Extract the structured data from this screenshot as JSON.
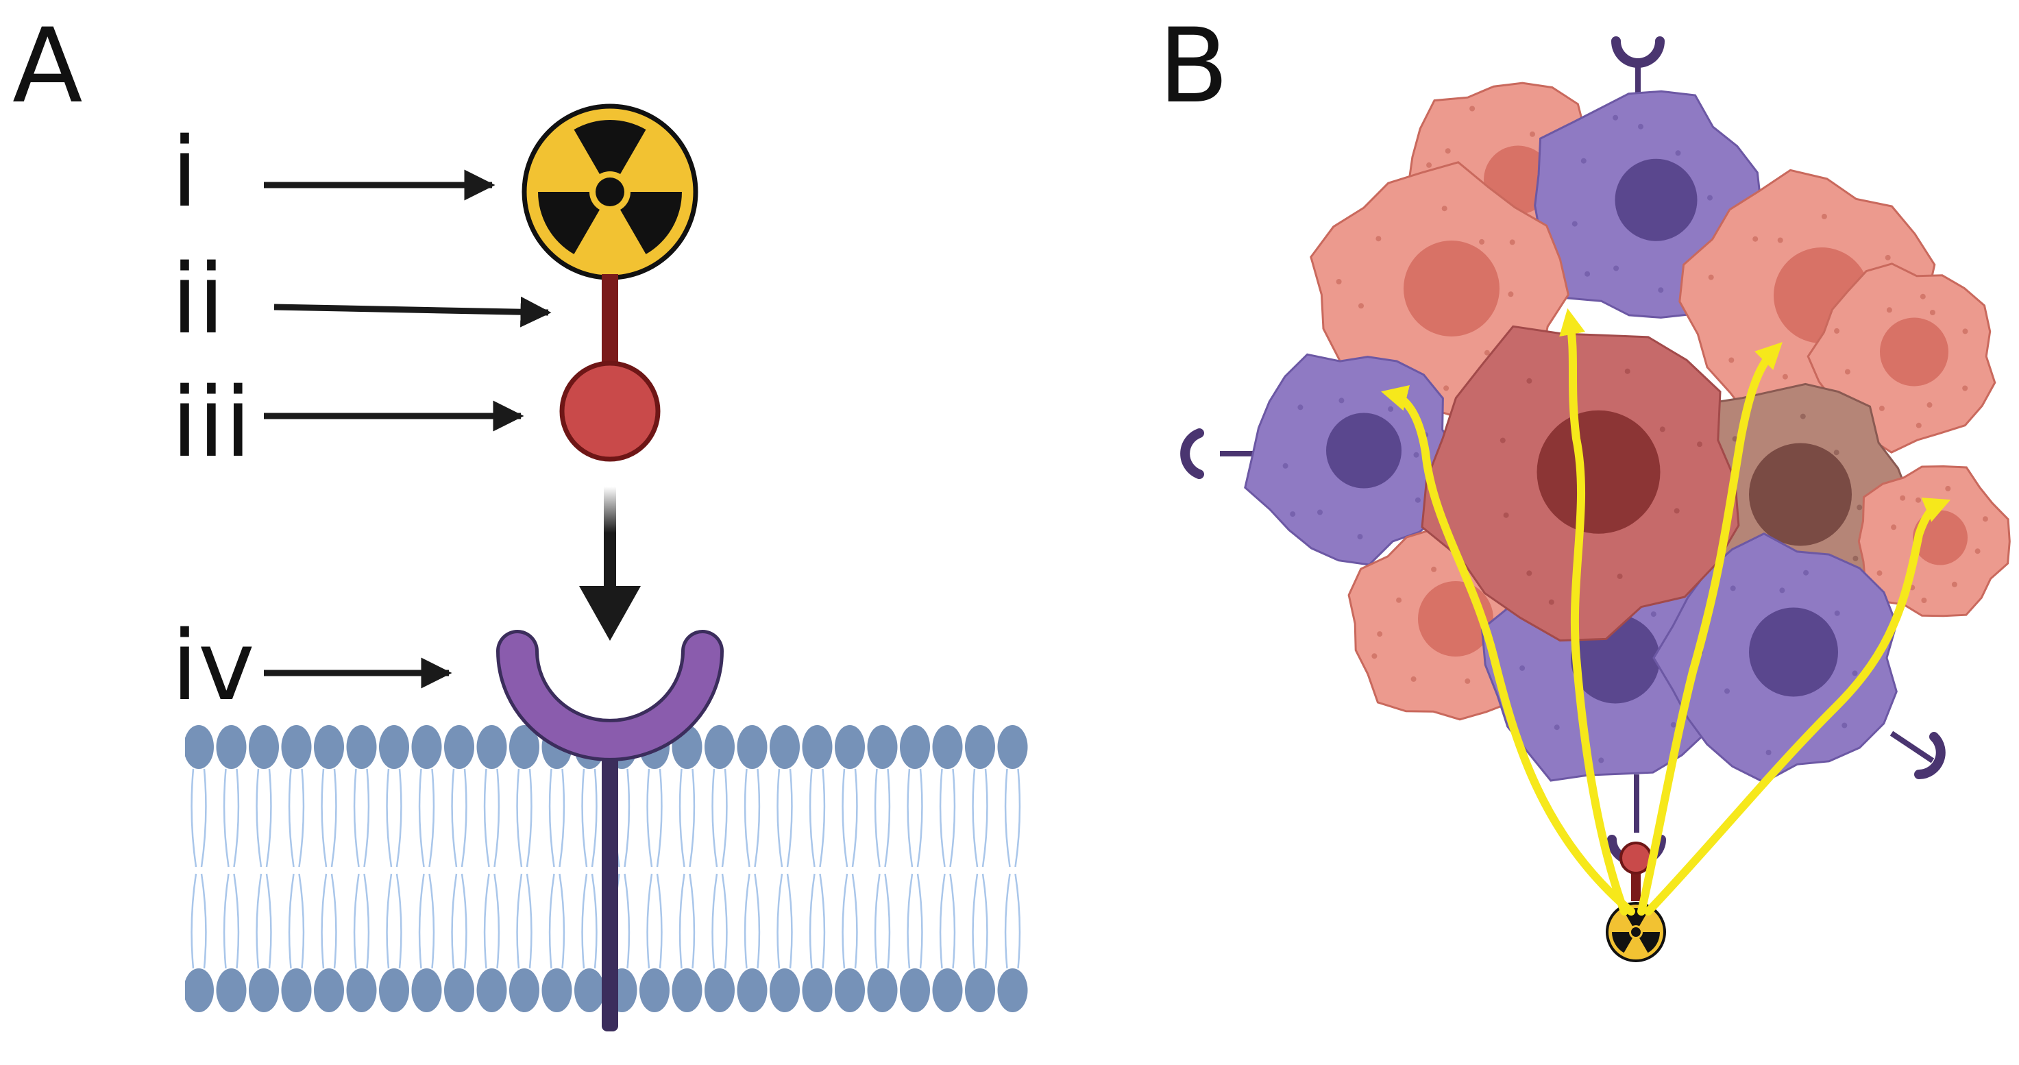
{
  "panels": [
    {
      "id": "A",
      "letter": "A"
    },
    {
      "id": "B",
      "letter": "B"
    }
  ],
  "labels": [
    {
      "id": "i",
      "text": "i",
      "component": "radionuclide"
    },
    {
      "id": "ii",
      "text": "ii",
      "component": "linker"
    },
    {
      "id": "iii",
      "text": "iii",
      "component": "targeting-ligand"
    },
    {
      "id": "iv",
      "text": "iv",
      "component": "membrane-receptor"
    }
  ],
  "icons": {
    "radiation": "radiation-trefoil-icon",
    "receptor": "y-shaped-receptor-icon"
  },
  "colors": {
    "radiation_yellow": "#f2c232",
    "radiation_black": "#111111",
    "linker_dark_red": "#7a1a1a",
    "ligand_red": "#c94a4a",
    "receptor_purple": "#8a5cad",
    "receptor_stem": "#3b2d5c",
    "membrane_head": "#7692b8",
    "membrane_tail": "#a9c6ea",
    "tumor_pink": "#e89a8f",
    "tumor_purple": "#8c78c0",
    "beam_yellow": "#f6e81b"
  }
}
